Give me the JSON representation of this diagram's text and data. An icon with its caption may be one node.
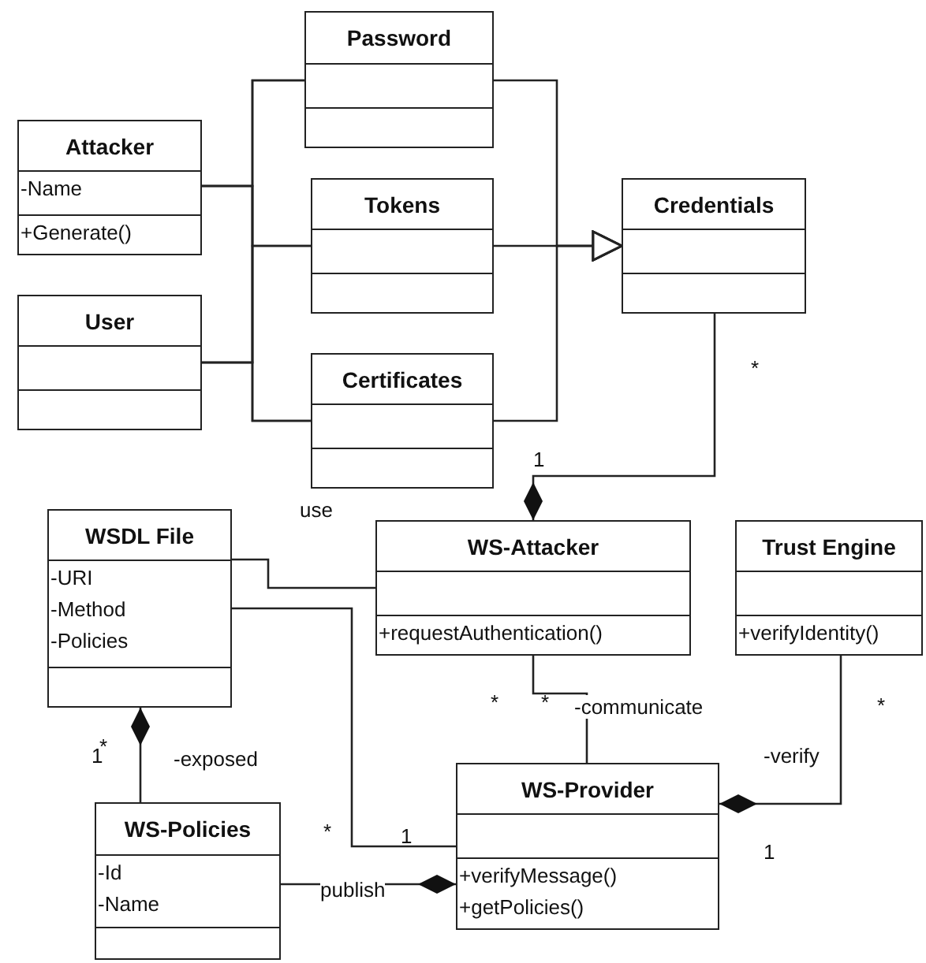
{
  "diagram": {
    "nodes": [
      {
        "text": [
          "Password"
        ]
      },
      {
        "text": [
          "Attacker",
          "-Name",
          "+Generate()"
        ]
      },
      {
        "text": [
          "Tokens"
        ]
      },
      {
        "text": [
          "Credentials"
        ]
      },
      {
        "text": [
          "User"
        ]
      },
      {
        "text": [
          "Certificates"
        ]
      },
      {
        "text": [
          "WSDL File",
          "-URI",
          "-Method",
          "-Policies"
        ]
      },
      {
        "text": [
          "WS-Attacker",
          "+requestAuthentication()"
        ]
      },
      {
        "text": [
          "Trust Engine",
          "+verifyIdentity()"
        ]
      },
      {
        "text": [
          "WS-Provider",
          "+verifyMessage()",
          "+getPolicies()"
        ]
      },
      {
        "text": [
          "WS-Policies",
          "-Id",
          "-Name"
        ]
      }
    ],
    "edges": [
      {
        "from": 1,
        "to": 0,
        "arrow": "none"
      },
      {
        "from": 1,
        "to": 2,
        "arrow": "none"
      },
      {
        "from": 1,
        "to": 5,
        "arrow": "none"
      },
      {
        "from": 4,
        "to": 0,
        "arrow": "none"
      },
      {
        "from": 4,
        "to": 2,
        "arrow": "none"
      },
      {
        "from": 4,
        "to": 5,
        "arrow": "none"
      },
      {
        "from": 0,
        "to": 3,
        "arrow": "to"
      },
      {
        "from": 2,
        "to": 3,
        "arrow": "to"
      },
      {
        "from": 5,
        "to": 3,
        "arrow": "to"
      },
      {
        "from": 3,
        "to": 7,
        "arrow": "other"
      },
      {
        "from": 6,
        "to": 7,
        "arrow": "none",
        "label": "use"
      },
      {
        "from": 6,
        "to": 9,
        "arrow": "none"
      },
      {
        "from": 7,
        "to": 9,
        "arrow": "none",
        "label": "-communicate"
      },
      {
        "from": 8,
        "to": 9,
        "arrow": "other",
        "label": "-verify"
      },
      {
        "from": 10,
        "to": 6,
        "arrow": "other",
        "label": "-exposed"
      },
      {
        "from": 10,
        "to": 9,
        "arrow": "other",
        "label": "publish"
      }
    ],
    "labels": [
      "*",
      "1",
      "*",
      "*",
      "*",
      "1",
      "*",
      "*",
      "1",
      "1"
    ]
  }
}
